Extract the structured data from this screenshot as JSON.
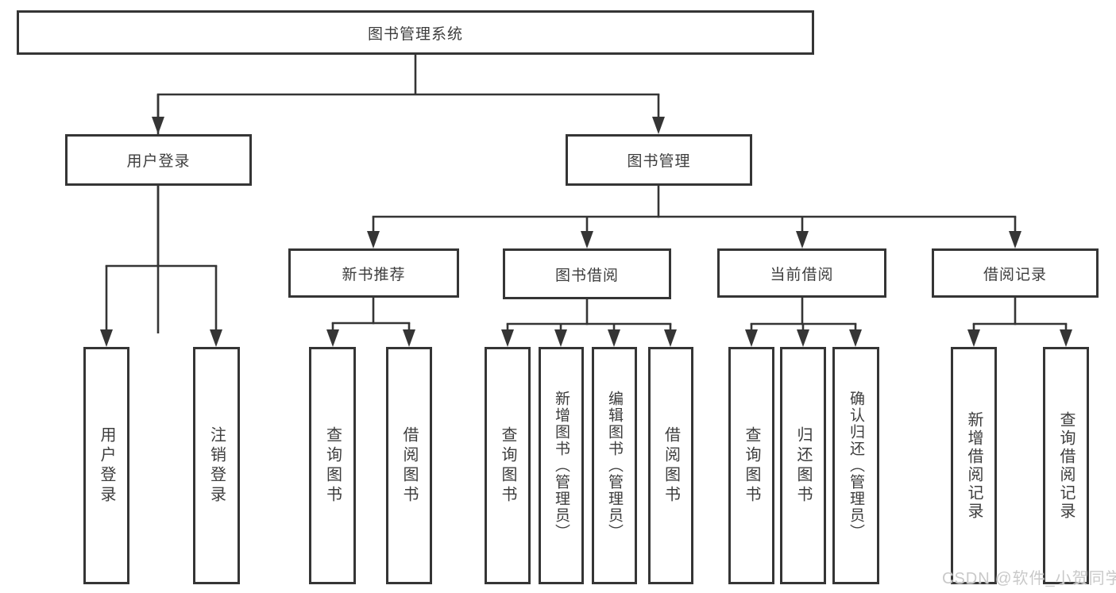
{
  "diagram": {
    "title": "图书管理系统",
    "type": "hierarchy-tree",
    "root": {
      "label": "图书管理系统",
      "children": [
        {
          "label": "用户登录",
          "children": [
            {
              "label": "用户登录"
            },
            {
              "label": "注销登录"
            }
          ]
        },
        {
          "label": "图书管理",
          "children": [
            {
              "label": "新书推荐",
              "children": [
                {
                  "label": "查询图书"
                },
                {
                  "label": "借阅图书"
                }
              ]
            },
            {
              "label": "图书借阅",
              "children": [
                {
                  "label": "查询图书"
                },
                {
                  "label": "新增图书（管理员）"
                },
                {
                  "label": "编辑图书（管理员）"
                },
                {
                  "label": "借阅图书"
                }
              ]
            },
            {
              "label": "当前借阅",
              "children": [
                {
                  "label": "查询图书"
                },
                {
                  "label": "归还图书"
                },
                {
                  "label": "确认归还（管理员）"
                }
              ]
            },
            {
              "label": "借阅记录",
              "children": [
                {
                  "label": "新增借阅记录"
                },
                {
                  "label": "查询借阅记录"
                }
              ]
            }
          ]
        }
      ]
    },
    "watermark": "CSDN @软件_小贺同学",
    "colors": {
      "line": "#353535",
      "text": "#3d3d3d",
      "box_background": "#ffffff",
      "watermark": "#c9c9c9"
    }
  }
}
